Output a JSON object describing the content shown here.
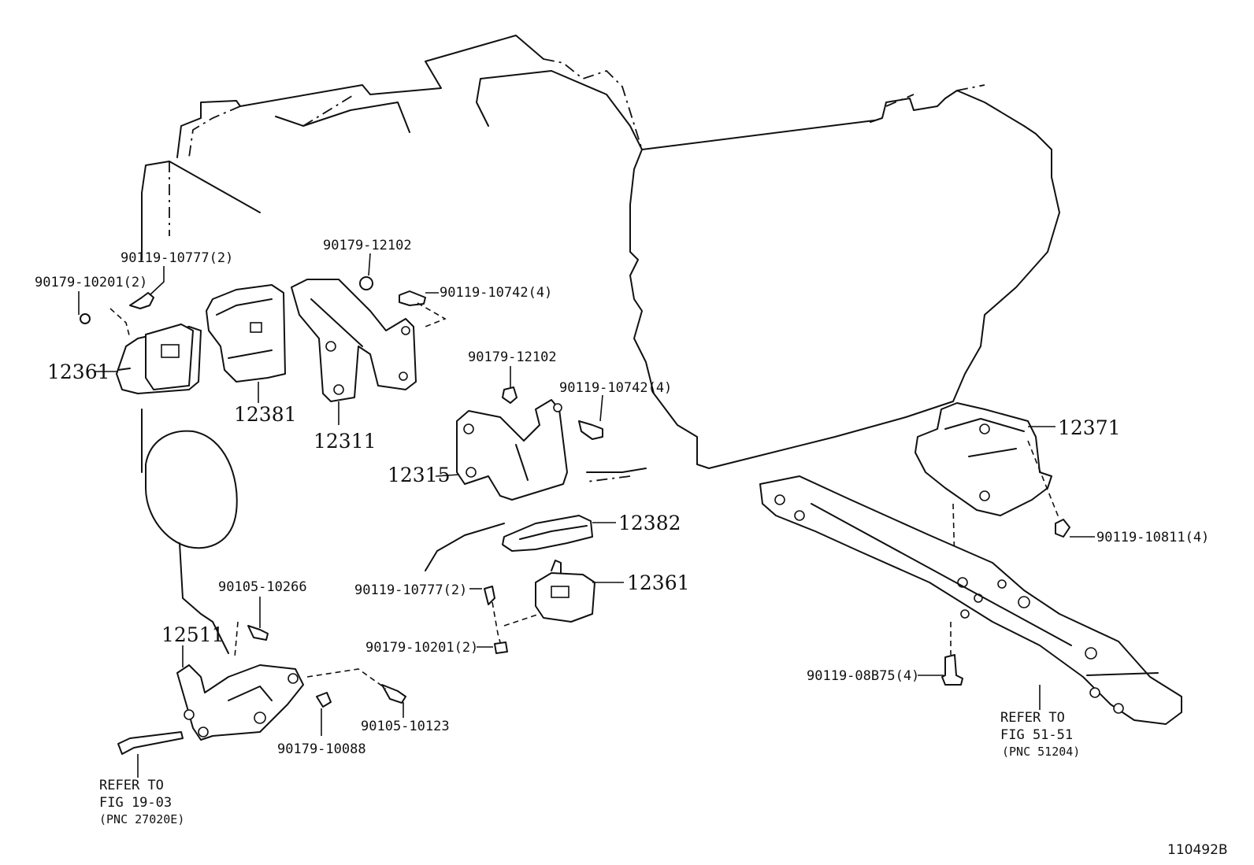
{
  "figure_id": "110492B",
  "callouts": {
    "p12361_left": "12361",
    "p12381": "12381",
    "p12311": "12311",
    "p12315": "12315",
    "p12382": "12382",
    "p12361_right": "12361",
    "p12371": "12371",
    "p12511": "12511",
    "b90119_10777_top": "90119-10777(2)",
    "n90179_10201_top": "90179-10201(2)",
    "n90179_12102_top": "90179-12102",
    "b90119_10742_top": "90119-10742(4)",
    "n90179_12102_mid": "90179-12102",
    "b90119_10742_mid": "90119-10742(4)",
    "b90119_10777_mid": "90119-10777(2)",
    "n90179_10201_mid": "90179-10201(2)",
    "b90105_10266": "90105-10266",
    "n90179_10088": "90179-10088",
    "b90105_10123": "90105-10123",
    "b90119_10811": "90119-10811(4)",
    "b90119_08B75": "90119-08B75(4)"
  },
  "references": {
    "left": {
      "line1": "REFER TO",
      "line2": "FIG 19-03",
      "line3": "(PNC 27020E)"
    },
    "right": {
      "line1": "REFER TO",
      "line2": "FIG 51-51",
      "line3": "(PNC 51204)"
    }
  }
}
